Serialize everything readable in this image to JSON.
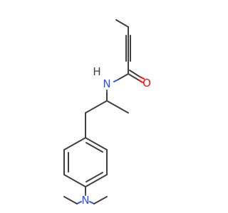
{
  "molecule": {
    "atoms": {
      "amide_n": "N",
      "amide_h": "H",
      "carbonyl_o": "O",
      "amine_n": "N"
    },
    "colors": {
      "carbon": "#404040",
      "nitrogen": "#3050f8",
      "oxygen": "#ff0d0d",
      "background": "#ffffff"
    }
  }
}
